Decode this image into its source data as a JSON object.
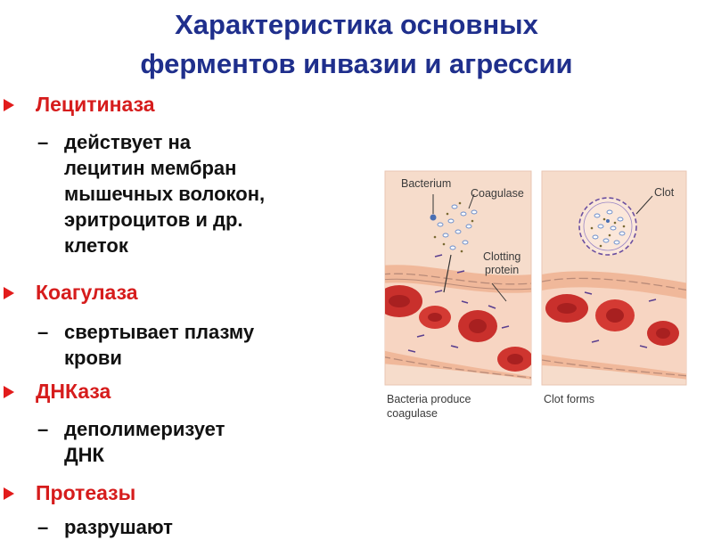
{
  "slide": {
    "title_line1": "Характеристика основных",
    "title_line2": "ферментов инвазии и агрессии"
  },
  "enzymes": [
    {
      "name": "Лецитиназа",
      "dash": "–",
      "lines": [
        "действует на",
        "лецитин мембран",
        "мышечных волокон,",
        "эритроцитов и др.",
        "клеток"
      ]
    },
    {
      "name": "Коагулаза",
      "dash": "–",
      "lines": [
        "свертывает плазму",
        "крови"
      ]
    },
    {
      "name": "ДНКаза",
      "dash": "–",
      "lines": [
        "деполимеризует",
        "ДНК"
      ]
    },
    {
      "name": "Протеазы",
      "dash": "–",
      "lines": [
        "разрушают"
      ]
    }
  ],
  "figure": {
    "label_bacterium": "Bacterium",
    "label_coagulase": "Coagulase",
    "label_clotting_1": "Clotting",
    "label_clotting_2": "protein",
    "label_clot": "Clot",
    "caption_left_1": "Bacteria produce",
    "caption_left_2": "coagulase",
    "caption_right": "Clot forms"
  },
  "colors": {
    "title": "#1f2f8c",
    "heading": "#d61c1c",
    "bullet": "#e21b1b",
    "panel_bg": "#f6dccb",
    "vessel_wall": "#f0b89a",
    "rbc": "#c9302c"
  }
}
